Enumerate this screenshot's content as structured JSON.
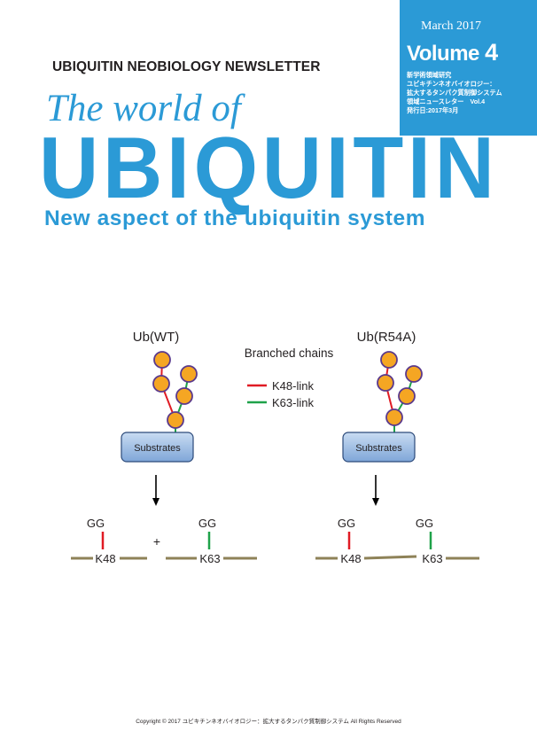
{
  "info_box": {
    "date": "March 2017",
    "volume_label": "Volume",
    "volume_number": "4",
    "lines": [
      "新学術領域研究",
      "ユビキチンネオバイオロジー：",
      "拡大するタンパク質制御システム",
      "領域ニュースレター　Vol.4",
      "発行日:2017年3月"
    ],
    "color": "#2b9ad6"
  },
  "header": {
    "newsletter_title": "UBIQUITIN NEOBIOLOGY NEWSLETTER",
    "title_line1": "The world of",
    "title_line2": "UBIQUITIN",
    "subtitle": "New aspect of the ubiquitin system",
    "accent_color": "#2b9ad6"
  },
  "diagram": {
    "left_label": "Ub(WT)",
    "right_label": "Ub(R54A)",
    "legend_title": "Branched chains",
    "legend_k48": "K48-link",
    "legend_k63": "K63-link",
    "substrate_label": "Substrates",
    "gg": "GG",
    "plus": "+",
    "k48": "K48",
    "k63": "K63",
    "colors": {
      "ub_ball": "#f5a623",
      "ub_ball_outline": "#5b3a8c",
      "k48_link": "#e01b24",
      "k63_link": "#1fa24a",
      "backbone": "#8e8258",
      "substrate_fill": "#8fb4e0"
    }
  },
  "footer": {
    "copyright": "Copyright © 2017 ユビキチンネオバイオロジー：拡大するタンパク質制御システム All Rights Reserved"
  }
}
